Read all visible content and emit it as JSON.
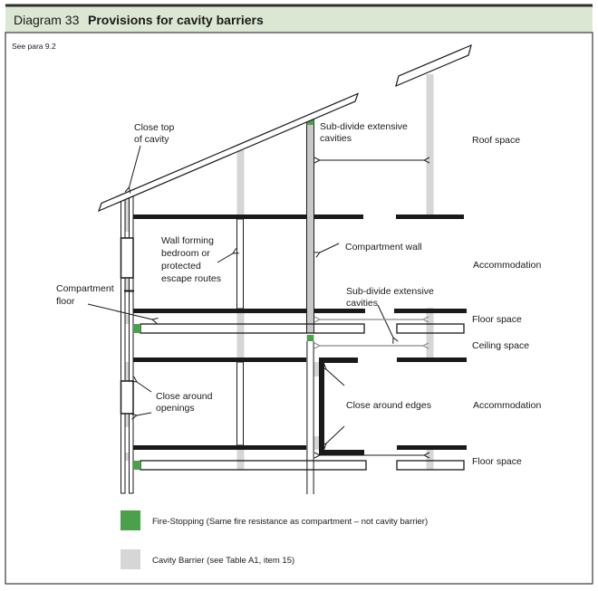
{
  "header": {
    "label": "Diagram 33",
    "title": "Provisions for cavity barriers"
  },
  "reference": "See para 9.2",
  "annotations": {
    "close_top_of_cavity": {
      "line1": "Close top",
      "line2": "of cavity"
    },
    "subdivide_roof": {
      "line1": "Sub-divide extensive",
      "line2": "cavities"
    },
    "roof_space": "Roof space",
    "wall_forming": {
      "line1": "Wall forming",
      "line2": "bedroom or",
      "line3": "protected",
      "line4": "escape routes"
    },
    "compartment_wall": "Compartment wall",
    "accommodation_upper": "Accommodation",
    "compartment_floor": {
      "line1": "Compartment",
      "line2": "floor"
    },
    "subdivide_mid": {
      "line1": "Sub-divide extensive",
      "line2": "cavities"
    },
    "floor_space_upper": "Floor space",
    "ceiling_space": "Ceiling space",
    "close_around_openings": {
      "line1": "Close around",
      "line2": "openings"
    },
    "close_around_edges": "Close around edges",
    "accommodation_lower": "Accommodation",
    "floor_space_lower": "Floor space"
  },
  "legend": {
    "fire_stopping": "Fire-Stopping (Same fire resistance as compartment – not cavity barrier)",
    "cavity_barrier": "Cavity Barrier (see Table A1, item 15)"
  },
  "colors": {
    "fire_stopping": "#4ba04a",
    "cavity_barrier": "#d6d6d6",
    "compartment_wall_fill": "#c8c8c8",
    "header_background": "#dce7d3",
    "line": "#1a1a1a"
  }
}
